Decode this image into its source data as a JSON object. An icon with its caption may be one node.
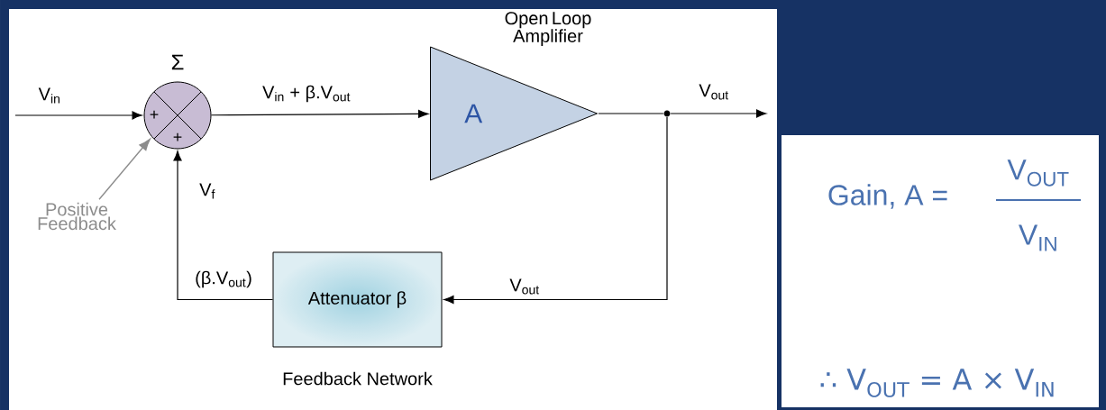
{
  "diagram": {
    "nodes": [
      {
        "text": [
          "Σ",
          "+",
          "+"
        ]
      },
      {
        "text": [
          "Open Loop Amplifier",
          "A"
        ]
      },
      {
        "text": [],
        "shape": "circle"
      },
      {
        "text": [
          "Attenuator β"
        ],
        "beside": [
          "Feedback Network"
        ]
      },
      {
        "text": [
          "Positive Feedback"
        ]
      }
    ],
    "edges": [
      {
        "from": null,
        "to": 0,
        "arrow": "to",
        "label": "V$_{in}$"
      },
      {
        "from": 0,
        "to": 1,
        "arrow": "to",
        "label": "V$_{in}$ + β.V$_{out}$"
      },
      {
        "from": 1,
        "to": 2,
        "arrow": "none"
      },
      {
        "from": 2,
        "to": null,
        "arrow": "to",
        "label": "V$_{out}$"
      },
      {
        "from": 2,
        "to": 3,
        "arrow": "to",
        "label": "V$_{out}$"
      },
      {
        "from": 3,
        "to": 0,
        "arrow": "to",
        "label": "V$_{f}$"
      },
      {
        "from": 4,
        "to": 0,
        "arrow": "to",
        "color": "#8c8c8c"
      }
    ],
    "labels": [
      "(β.V$_{out}$)",
      "Gain, A =",
      "V$_{OUT}$",
      "V$_{IN}$",
      "∴ V$_{OUT}$ = A × V$_{IN}$"
    ]
  }
}
